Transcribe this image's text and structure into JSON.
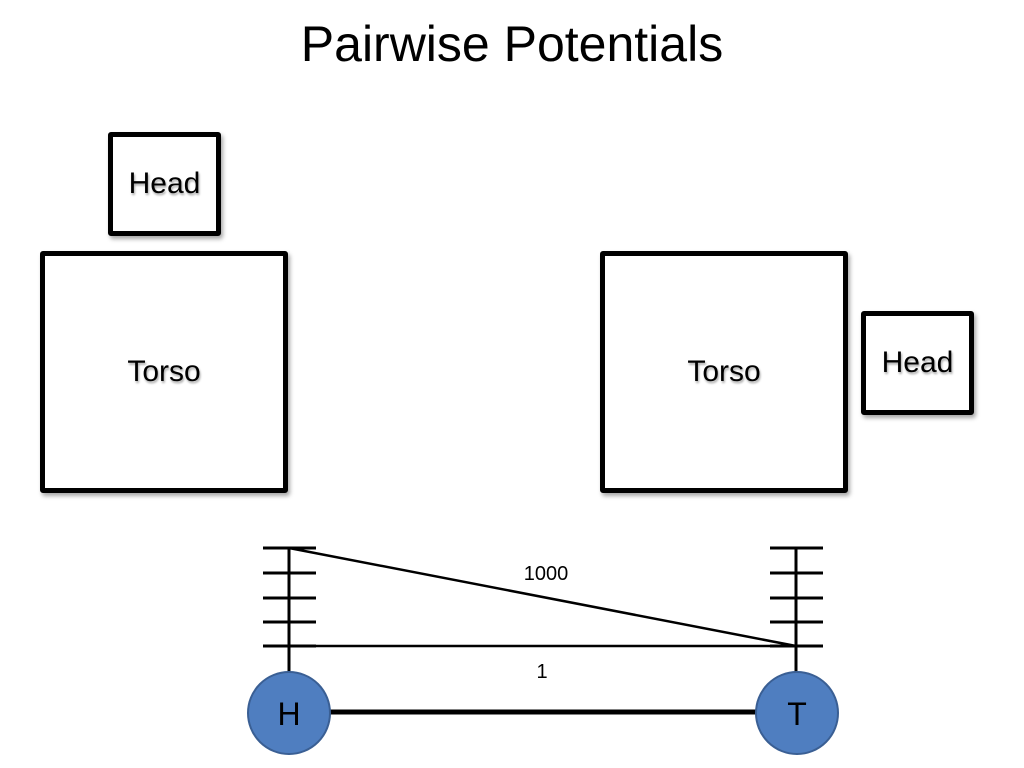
{
  "slide": {
    "title": "Pairwise Potentials"
  },
  "configurations": {
    "left": {
      "head_label": "Head",
      "torso_label": "Torso"
    },
    "right": {
      "torso_label": "Torso",
      "head_label": "Head"
    }
  },
  "factor_graph": {
    "nodes": [
      {
        "id": "H",
        "label": "H"
      },
      {
        "id": "T",
        "label": "T"
      }
    ],
    "state_ticks_per_node": 5,
    "edges": [
      {
        "weight_label": "1000"
      },
      {
        "weight_label": "1"
      }
    ],
    "colors": {
      "node_fill": "#4f7ec0",
      "node_stroke": "#3a5f94",
      "line": "#000000"
    }
  }
}
